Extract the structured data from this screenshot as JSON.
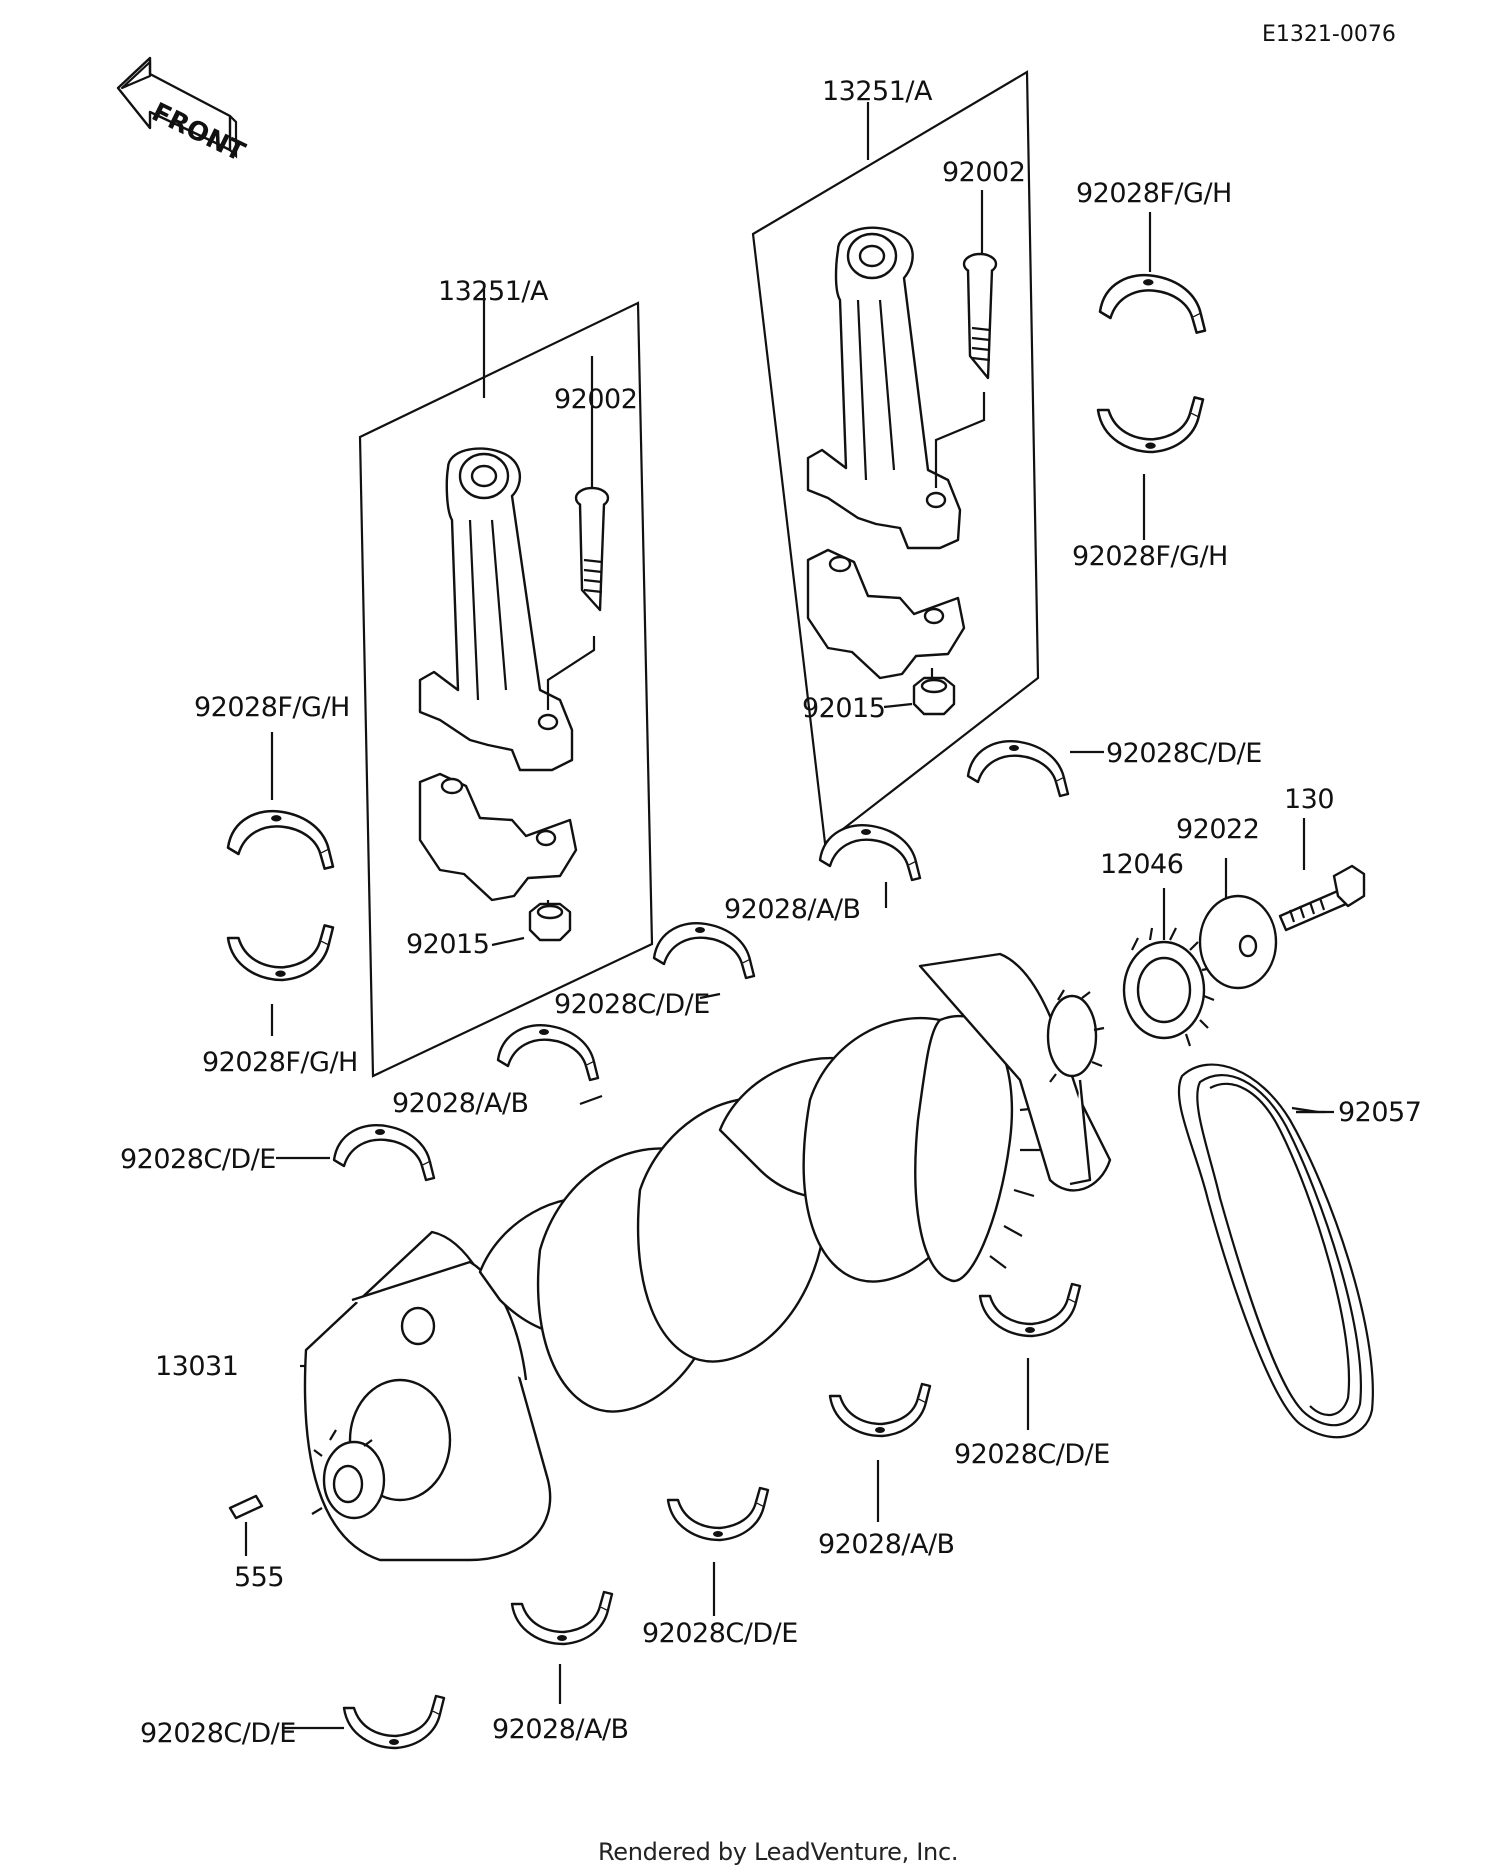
{
  "diagram_ref": "E1321-0076",
  "front_label": "FRONT",
  "footer": "Rendered by LeadVenture, Inc.",
  "labels": {
    "conrod_assy_left": "13251/A",
    "conrod_assy_right": "13251/A",
    "bolt_left": "92002",
    "bolt_right": "92002",
    "nut_left": "92015",
    "nut_right": "92015",
    "bearing_fgh_top_right_1": "92028F/G/H",
    "bearing_fgh_top_right_2": "92028F/G/H",
    "bearing_fgh_left_1": "92028F/G/H",
    "bearing_fgh_left_2": "92028F/G/H",
    "bearing_cde_1": "92028C/D/E",
    "bearing_ab_1": "92028/A/B",
    "bearing_cde_2": "92028C/D/E",
    "bearing_ab_2": "92028/A/B",
    "bearing_cde_3": "92028C/D/E",
    "bearing_cde_4": "92028C/D/E",
    "bearing_ab_3": "92028/A/B",
    "bearing_cde_5": "92028C/D/E",
    "bearing_ab_4": "92028/A/B",
    "bearing_cde_6": "92028C/D/E",
    "crankshaft": "13031",
    "pin": "555",
    "sprocket": "12046",
    "washer": "92022",
    "bolt_130": "130",
    "chain": "92057"
  }
}
